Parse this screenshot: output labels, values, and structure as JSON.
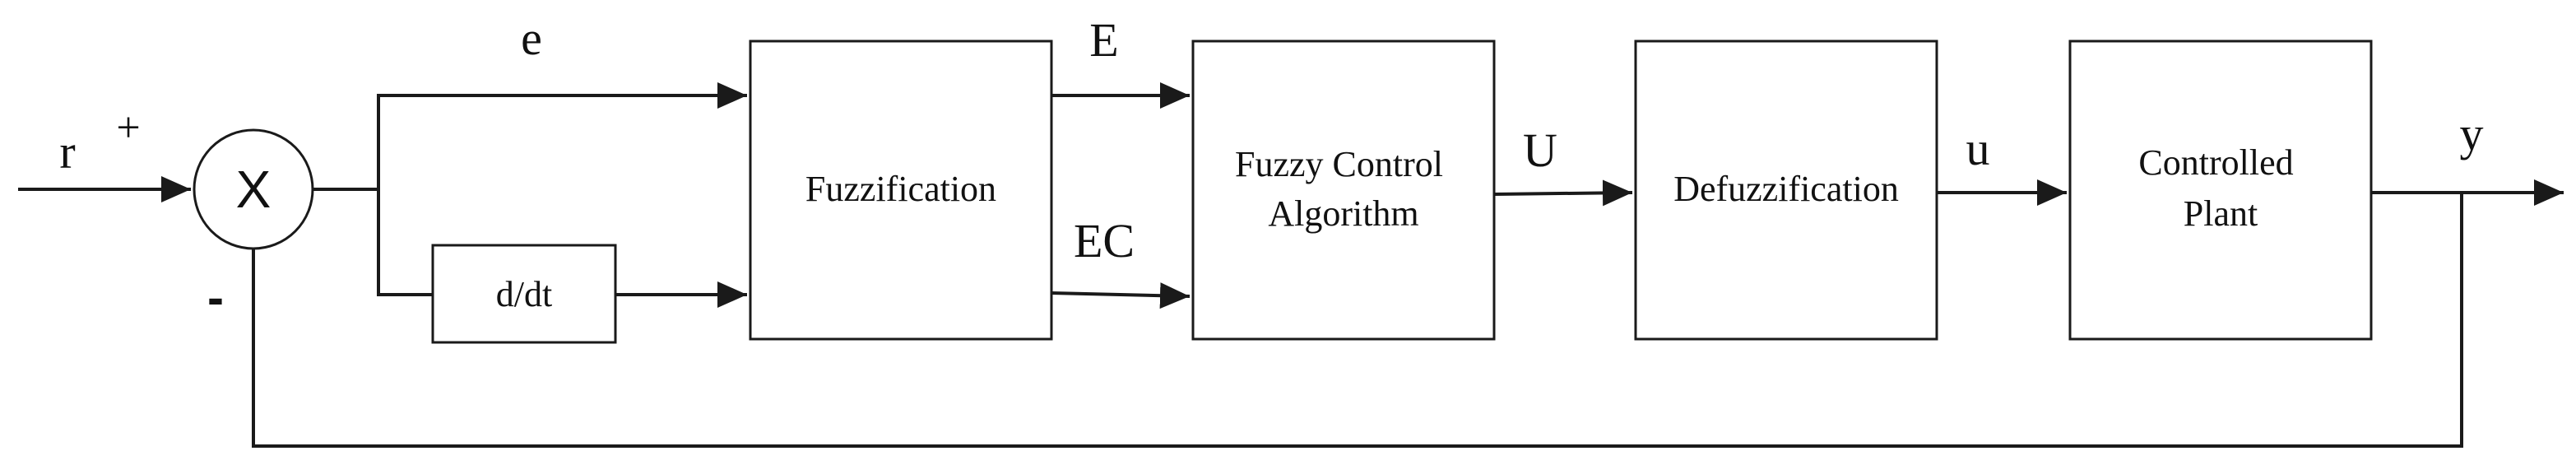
{
  "diagram": {
    "summing_junction": {
      "symbol": "X",
      "plus_sign": "+",
      "minus_sign": "-"
    },
    "signals": {
      "r": "r",
      "e": "e",
      "E": "E",
      "EC": "EC",
      "U": "U",
      "u": "u",
      "y": "y"
    },
    "blocks": {
      "derivative": "d/dt",
      "fuzzification": "Fuzzification",
      "fuzzy_control_line1": "Fuzzy Control",
      "fuzzy_control_line2": "Algorithm",
      "defuzzification": "Defuzzification",
      "plant_line1": "Controlled",
      "plant_line2": "Plant"
    }
  }
}
